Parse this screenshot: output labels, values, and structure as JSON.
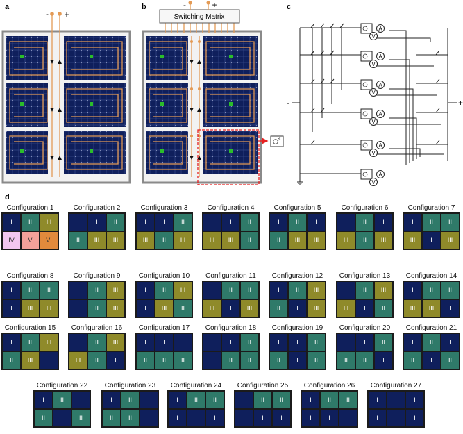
{
  "panels": {
    "a": "a",
    "b": "b",
    "c": "c",
    "d": "d"
  },
  "panel_a": {
    "minus": "-",
    "plus": "+"
  },
  "panel_b": {
    "switching_matrix": "Switching Matrix",
    "minus": "-",
    "plus": "+"
  },
  "panel_c": {
    "minus": "-",
    "plus": "+",
    "meter_A": "A",
    "meter_V": "V"
  },
  "colors": {
    "I": "#0f1f5c",
    "II": "#2f7a69",
    "III": "#8f8a2a",
    "IV": "#f2c6f0",
    "V": "#f3a19a",
    "VI": "#e28a3c",
    "cell_blue": "#0f1f5c",
    "wire_orange": "#e39a55",
    "frame_gray": "#8a8a8a",
    "dashed_red": "#e62020"
  },
  "configurations": [
    {
      "title": "Configuration 1",
      "cells": [
        "I",
        "II",
        "III",
        "IV",
        "V",
        "VI"
      ]
    },
    {
      "title": "Configuration 2",
      "cells": [
        "I",
        "I",
        "II",
        "II",
        "III",
        "III"
      ]
    },
    {
      "title": "Configuration 3",
      "cells": [
        "I",
        "I",
        "II",
        "III",
        "II",
        "III"
      ]
    },
    {
      "title": "Configuration 4",
      "cells": [
        "I",
        "I",
        "II",
        "III",
        "III",
        "II"
      ]
    },
    {
      "title": "Configuration 5",
      "cells": [
        "I",
        "II",
        "I",
        "II",
        "III",
        "III"
      ]
    },
    {
      "title": "Configuration 6",
      "cells": [
        "I",
        "II",
        "I",
        "III",
        "II",
        "III"
      ]
    },
    {
      "title": "Configuration 7",
      "cells": [
        "I",
        "II",
        "II",
        "III",
        "I",
        "III"
      ]
    },
    {
      "title": "Configuration 8",
      "cells": [
        "I",
        "II",
        "II",
        "I",
        "III",
        "III"
      ]
    },
    {
      "title": "Configuration 9",
      "cells": [
        "I",
        "II",
        "III",
        "I",
        "II",
        "III"
      ]
    },
    {
      "title": "Configuration 10",
      "cells": [
        "I",
        "II",
        "III",
        "I",
        "III",
        "II"
      ]
    },
    {
      "title": "Configuration 11",
      "cells": [
        "I",
        "II",
        "II",
        "III",
        "I",
        "III"
      ]
    },
    {
      "title": "Configuration 12",
      "cells": [
        "I",
        "II",
        "III",
        "II",
        "I",
        "III"
      ]
    },
    {
      "title": "Configuration 13",
      "cells": [
        "I",
        "II",
        "III",
        "III",
        "I",
        "II"
      ]
    },
    {
      "title": "Configuration 14",
      "cells": [
        "I",
        "II",
        "II",
        "III",
        "III",
        "I"
      ]
    },
    {
      "title": "Configuration 15",
      "cells": [
        "I",
        "II",
        "III",
        "II",
        "III",
        "I"
      ]
    },
    {
      "title": "Configuration 16",
      "cells": [
        "I",
        "II",
        "III",
        "III",
        "II",
        "I"
      ]
    },
    {
      "title": "Configuration 17",
      "cells": [
        "I",
        "I",
        "I",
        "II",
        "II",
        "II"
      ]
    },
    {
      "title": "Configuration 18",
      "cells": [
        "I",
        "I",
        "II",
        "I",
        "II",
        "II"
      ]
    },
    {
      "title": "Configuration 19",
      "cells": [
        "I",
        "I",
        "II",
        "II",
        "I",
        "II"
      ]
    },
    {
      "title": "Configuration 20",
      "cells": [
        "I",
        "I",
        "II",
        "II",
        "II",
        "I"
      ]
    },
    {
      "title": "Configuration 21",
      "cells": [
        "I",
        "II",
        "I",
        "II",
        "I",
        "II"
      ]
    },
    {
      "title": "Configuration 22",
      "cells": [
        "I",
        "II",
        "I",
        "II",
        "I",
        "II"
      ]
    },
    {
      "title": "Configuration 23",
      "cells": [
        "I",
        "II",
        "I",
        "II",
        "II",
        "I"
      ]
    },
    {
      "title": "Configuration 24",
      "cells": [
        "I",
        "II",
        "II",
        "I",
        "I",
        "I"
      ]
    },
    {
      "title": "Configuration 25",
      "cells": [
        "I",
        "II",
        "II",
        "I",
        "I",
        "I"
      ]
    },
    {
      "title": "Configuration 26",
      "cells": [
        "I",
        "II",
        "II",
        "I",
        "I",
        "I"
      ]
    },
    {
      "title": "Configuration 27",
      "cells": [
        "I",
        "I",
        "I",
        "I",
        "I",
        "I"
      ]
    }
  ]
}
